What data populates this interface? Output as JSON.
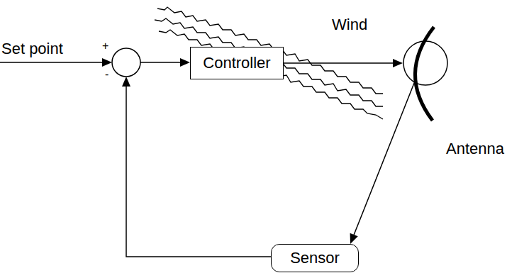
{
  "diagram": {
    "nodes": [
      {
        "text": [
          "Controller"
        ]
      },
      {
        "text": [
          "Antenna"
        ]
      },
      {
        "text": [
          "Sensor"
        ]
      }
    ],
    "edges": [
      {
        "from": 0,
        "to": 1,
        "arrow": "to"
      },
      {
        "from": 1,
        "to": 2,
        "arrow": "to"
      }
    ],
    "labels": [
      "Set point",
      "+",
      "-",
      "Wind"
    ]
  }
}
